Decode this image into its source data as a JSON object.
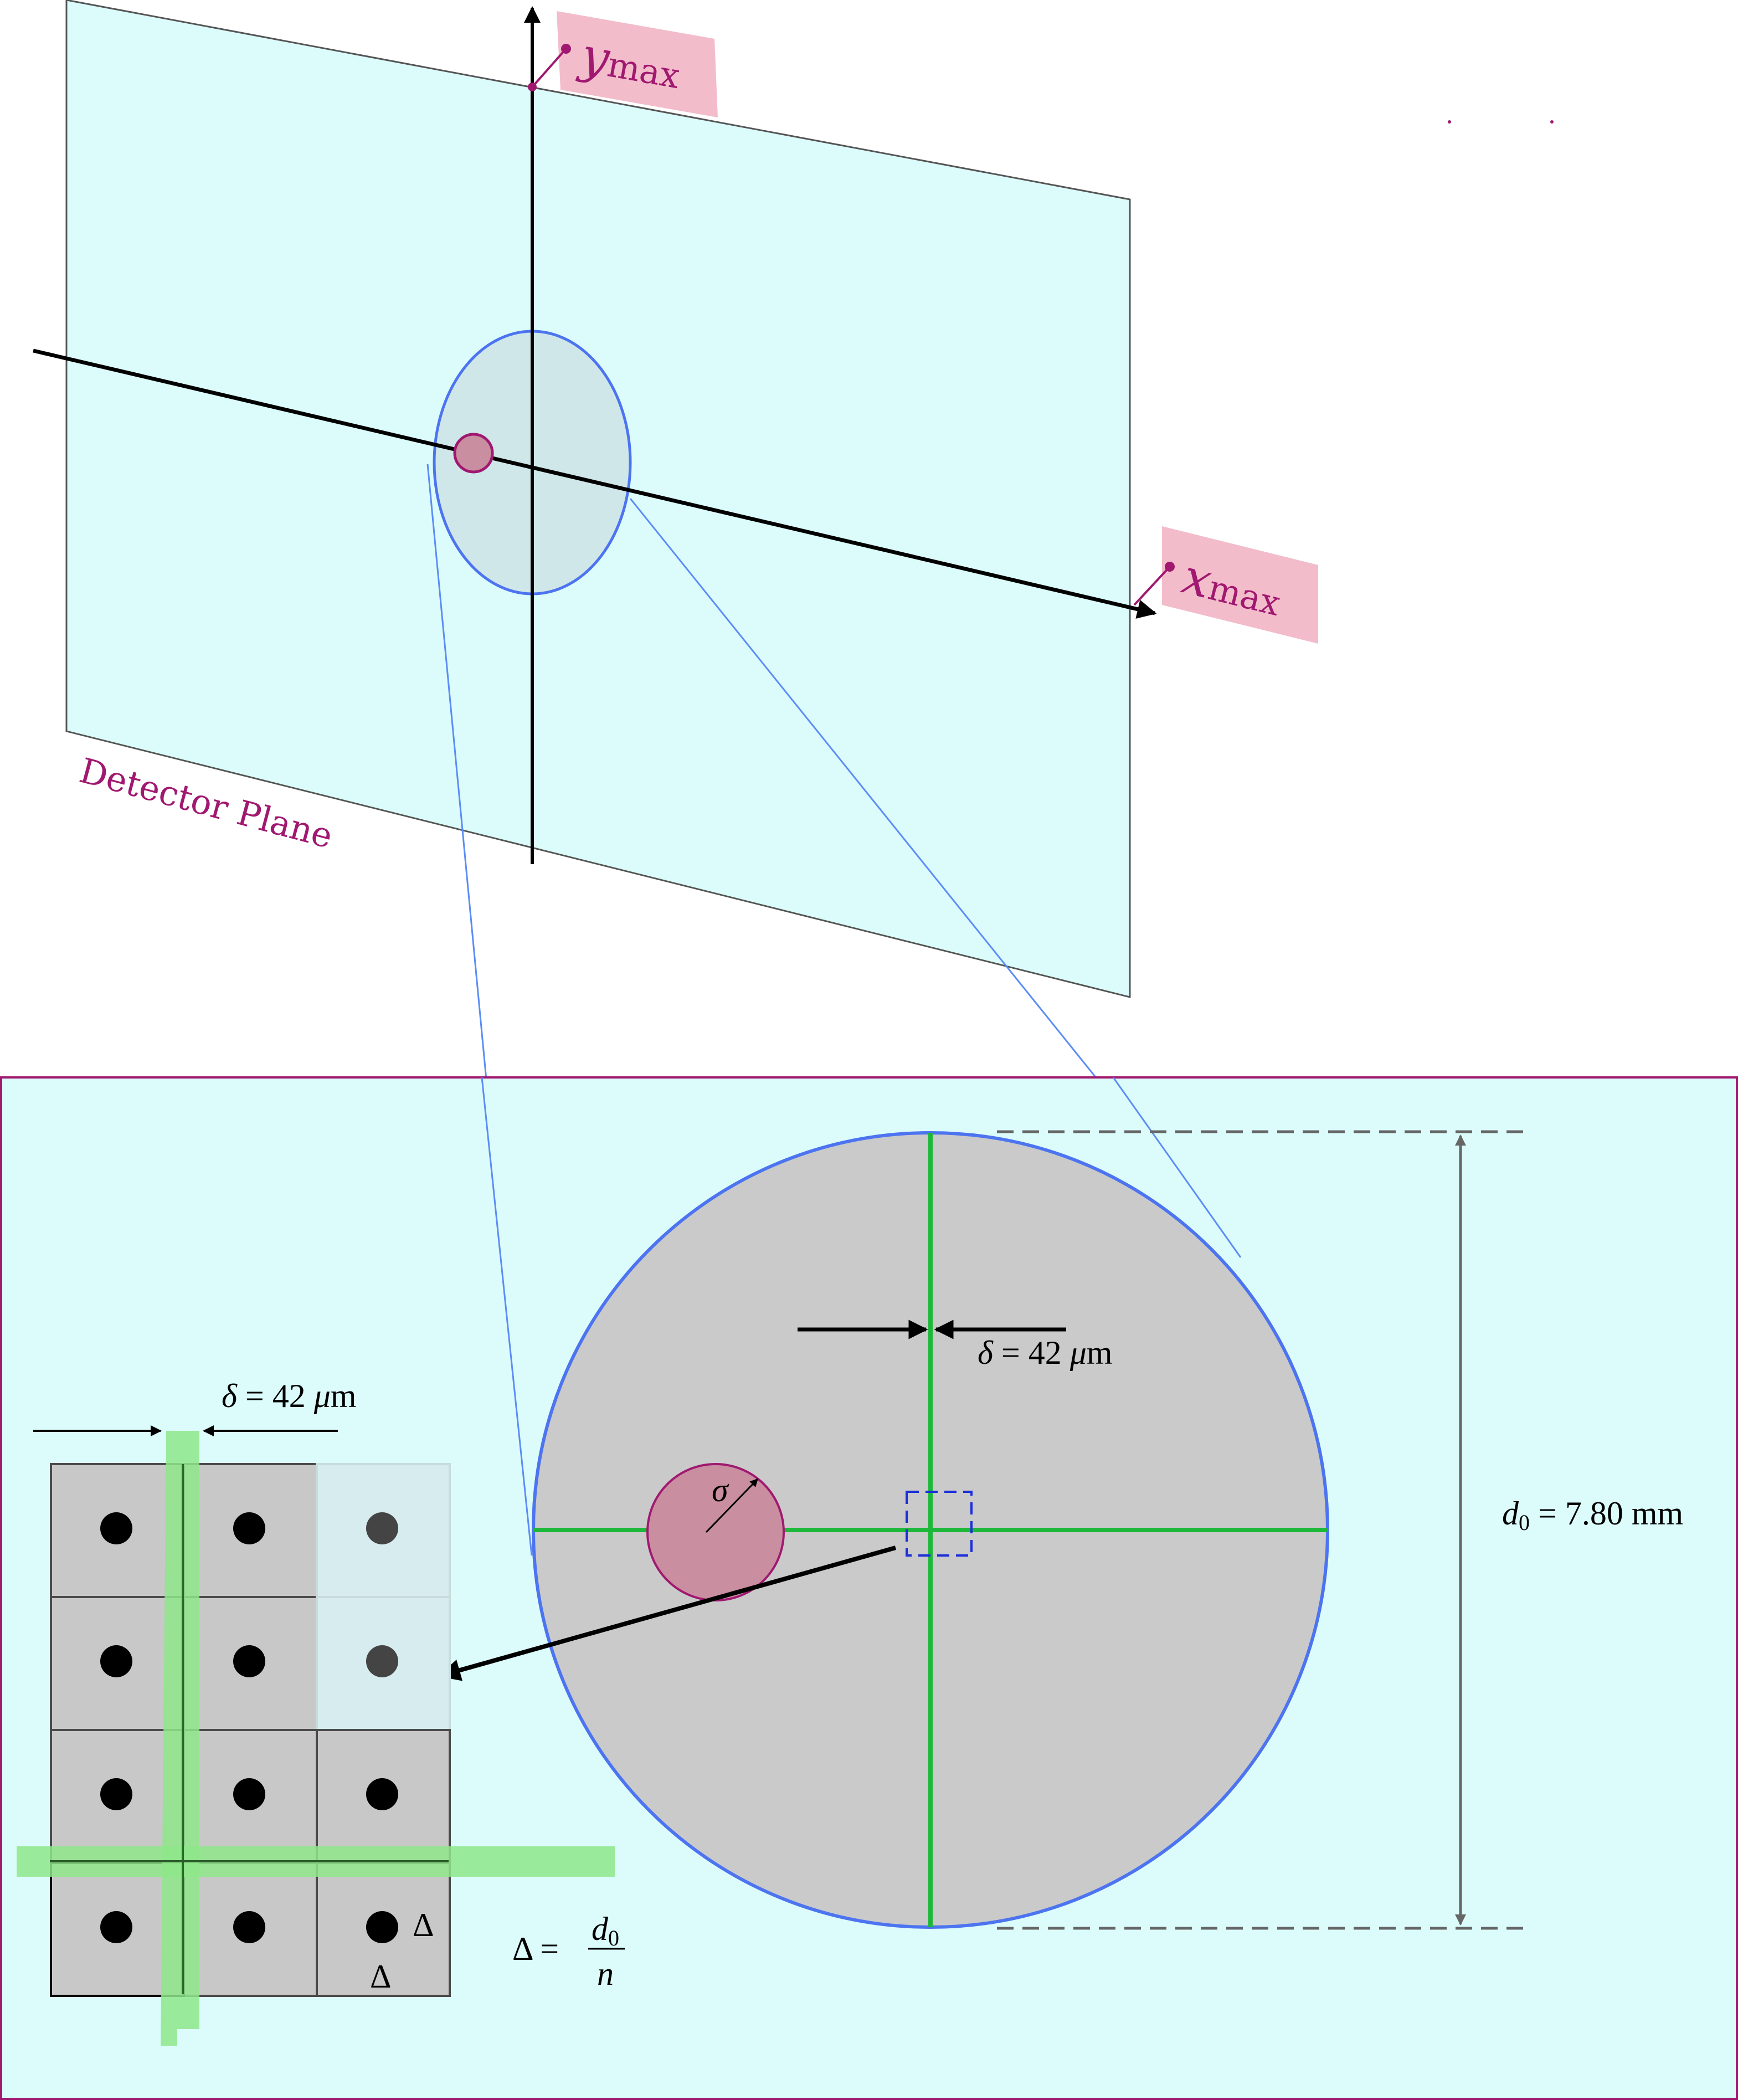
{
  "colors": {
    "plane_fill": "#dcfcfc",
    "plane_edge": "#555555",
    "magenta": "#a01870",
    "tag_fill": "#f2bccb",
    "disk_fill": "#cacaca",
    "disk_edge": "#4d74f0",
    "ellipse_fill": "#cfe7e9",
    "green_line": "#1db83a",
    "green_band": "#8ee68a",
    "spot_fill": "#c98ea0",
    "spot_edge": "#a01870",
    "pixel_fill": "#c8c8c8",
    "pixel_edge": "#4a4a4a",
    "pixel_faded": "#d6ecee",
    "zoom_line": "#5b8cf7",
    "dashed_box": "#1b2ed8",
    "dim_line": "#666666",
    "frame_edge": "#a01870"
  },
  "labels": {
    "detector_plane": "Detector Plane",
    "y_max": {
      "var": "y",
      "sub": "max"
    },
    "x_max": {
      "var": "x",
      "sub": "max"
    },
    "delta_spacing_top": {
      "sym": "δ",
      "rest": " = 42 ",
      "mu": "μ",
      "unit": "m"
    },
    "delta_spacing_left": {
      "sym": "δ",
      "rest": " = 42 ",
      "mu": "μ",
      "unit": "m"
    },
    "sigma": "σ",
    "diameter": {
      "var": "d",
      "sub": "0",
      "rest": " = 7.80 mm"
    },
    "pixel_size_right": "Δ",
    "pixel_size_bottom": "Δ",
    "pixel_formula": {
      "lhs": "Δ =",
      "num_var": "d",
      "num_sub": "0",
      "den": "n"
    }
  },
  "pixel_grid": {
    "rows": 4,
    "cols": 3,
    "faded_cells": [
      [
        0,
        2
      ],
      [
        1,
        2
      ]
    ]
  },
  "icons": {
    "arrowhead": "arrowhead-icon",
    "dot": "dot-icon"
  }
}
